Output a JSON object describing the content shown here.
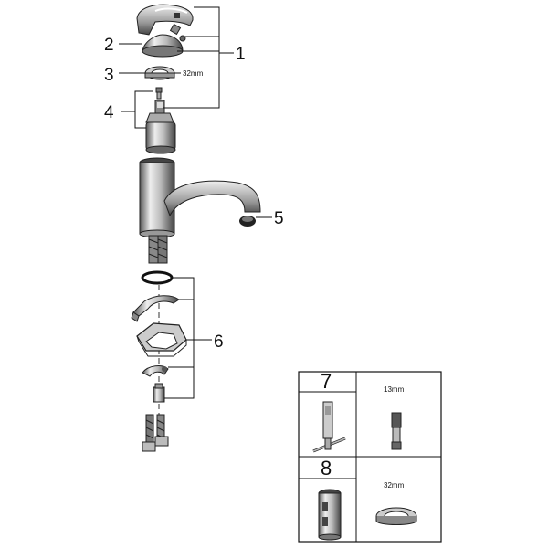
{
  "callouts": {
    "c1": "1",
    "c2": "2",
    "c3": "3",
    "c4": "4",
    "c5": "5",
    "c6": "6"
  },
  "annotations": {
    "nut_size": "32mm"
  },
  "tools_table": {
    "tool7_number": "7",
    "tool7_size": "13mm",
    "tool8_number": "8",
    "tool8_size": "32mm"
  }
}
